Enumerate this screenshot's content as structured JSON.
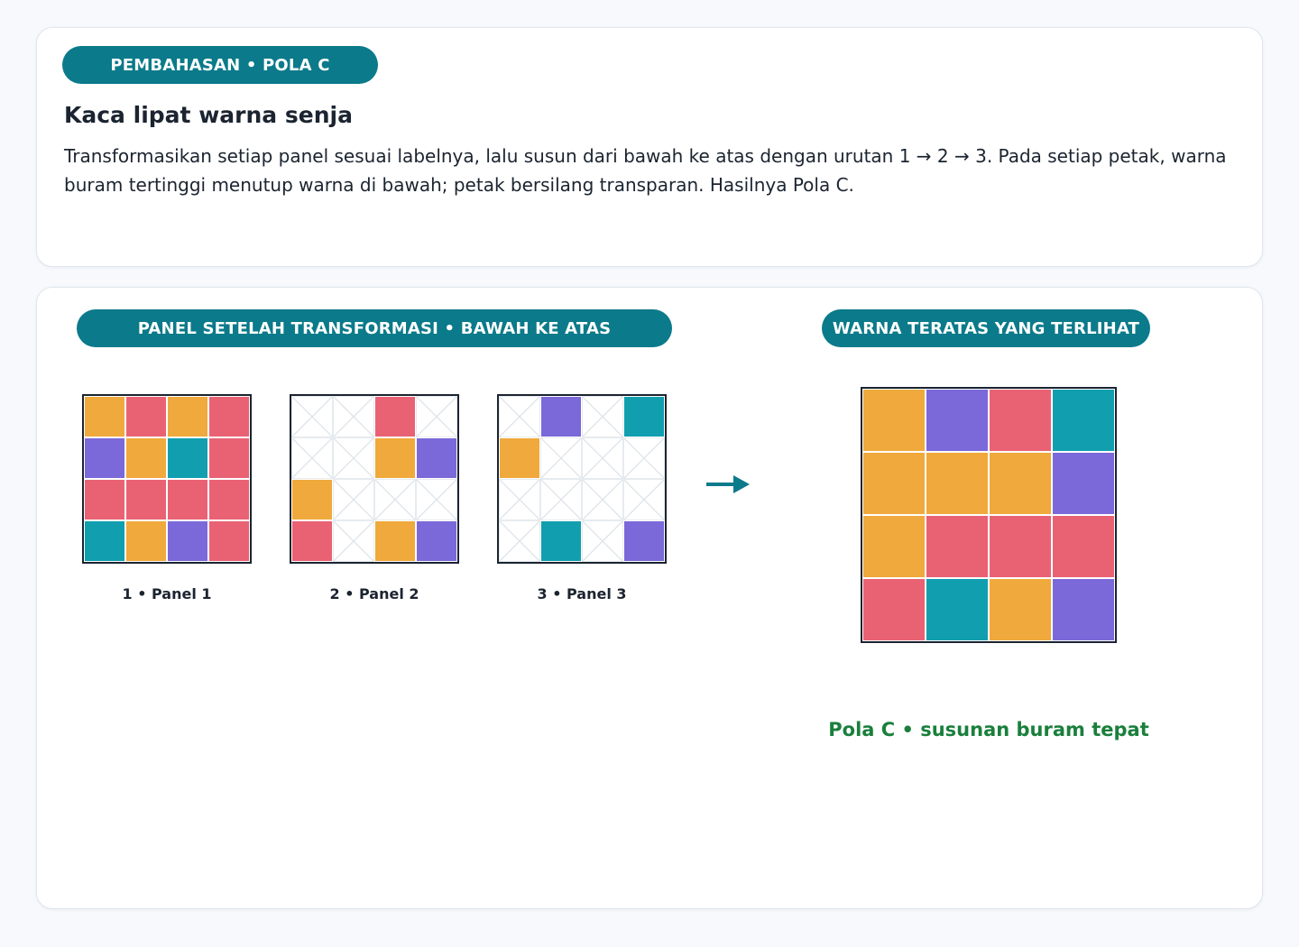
{
  "header": {
    "badge": "PEMBAHASAN • POLA C",
    "title": "Kaca lipat warna senja",
    "description": "Transformasikan setiap panel sesuai labelnya, lalu susun dari bawah ke atas dengan urutan 1 → 2 → 3. Pada setiap petak, warna buram tertinggi menutup warna di bawah; petak bersilang transparan. Hasilnya Pola C."
  },
  "main": {
    "left_badge": "PANEL SETELAH TRANSFORMASI • BAWAH KE ATAS",
    "right_badge": "WARNA TERATAS YANG TERLIHAT",
    "caption": "Pola C • susunan buram tepat"
  },
  "colors": {
    "O": "#f0a93c",
    "R": "#e96274",
    "P": "#7b69d9",
    "T": "#119faf",
    "accent": "#0b7a8a",
    "success": "#1a7f3c"
  },
  "panels": [
    {
      "label": "1 • Panel 1",
      "grid": [
        [
          "O",
          "R",
          "O",
          "R"
        ],
        [
          "P",
          "O",
          "T",
          "R"
        ],
        [
          "R",
          "R",
          "R",
          "R"
        ],
        [
          "T",
          "O",
          "P",
          "R"
        ]
      ]
    },
    {
      "label": "2 • Panel 2",
      "grid": [
        [
          null,
          null,
          "R",
          null
        ],
        [
          null,
          null,
          "O",
          "P"
        ],
        [
          "O",
          null,
          null,
          null
        ],
        [
          "R",
          null,
          "O",
          "P"
        ]
      ]
    },
    {
      "label": "3 • Panel 3",
      "grid": [
        [
          null,
          "P",
          null,
          "T"
        ],
        [
          "O",
          null,
          null,
          null
        ],
        [
          null,
          null,
          null,
          null
        ],
        [
          null,
          "T",
          null,
          "P"
        ]
      ]
    }
  ],
  "result": {
    "grid": [
      [
        "O",
        "P",
        "R",
        "T"
      ],
      [
        "O",
        "O",
        "O",
        "P"
      ],
      [
        "O",
        "R",
        "R",
        "R"
      ],
      [
        "R",
        "T",
        "O",
        "P"
      ]
    ]
  }
}
